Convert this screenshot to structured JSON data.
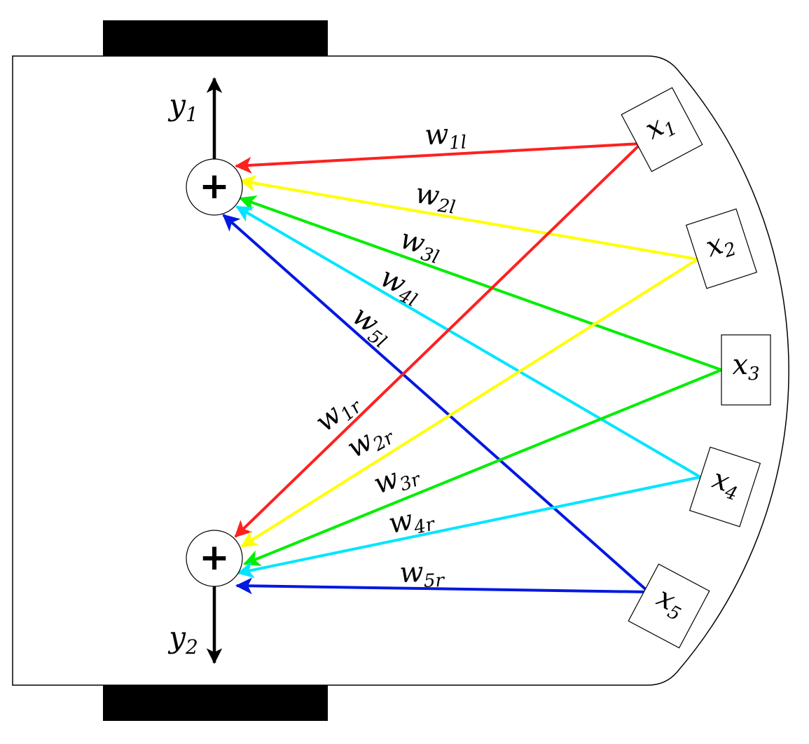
{
  "outputs": [
    {
      "id": "y1",
      "base": "y",
      "sub": "1"
    },
    {
      "id": "y2",
      "base": "y",
      "sub": "2"
    }
  ],
  "sum_symbol": "+",
  "sensors": [
    {
      "id": "x1",
      "base": "x",
      "sub": "1"
    },
    {
      "id": "x2",
      "base": "x",
      "sub": "2"
    },
    {
      "id": "x3",
      "base": "x",
      "sub": "3"
    },
    {
      "id": "x4",
      "base": "x",
      "sub": "4"
    },
    {
      "id": "x5",
      "base": "x",
      "sub": "5"
    }
  ],
  "weights_left": [
    {
      "base": "w",
      "sub": "1l",
      "color": "#ff2020"
    },
    {
      "base": "w",
      "sub": "2l",
      "color": "#ffff00"
    },
    {
      "base": "w",
      "sub": "3l",
      "color": "#00ee00"
    },
    {
      "base": "w",
      "sub": "4l",
      "color": "#00e5ff"
    },
    {
      "base": "w",
      "sub": "5l",
      "color": "#0018e0"
    }
  ],
  "weights_right": [
    {
      "base": "w",
      "sub": "1r",
      "color": "#ff2020"
    },
    {
      "base": "w",
      "sub": "2r",
      "color": "#ffff00"
    },
    {
      "base": "w",
      "sub": "3r",
      "color": "#00ee00"
    },
    {
      "base": "w",
      "sub": "4r",
      "color": "#00e5ff"
    },
    {
      "base": "w",
      "sub": "5r",
      "color": "#0018e0"
    }
  ],
  "colors": {
    "wheel": "#000000",
    "body_outline": "#000000",
    "background": "#ffffff"
  }
}
